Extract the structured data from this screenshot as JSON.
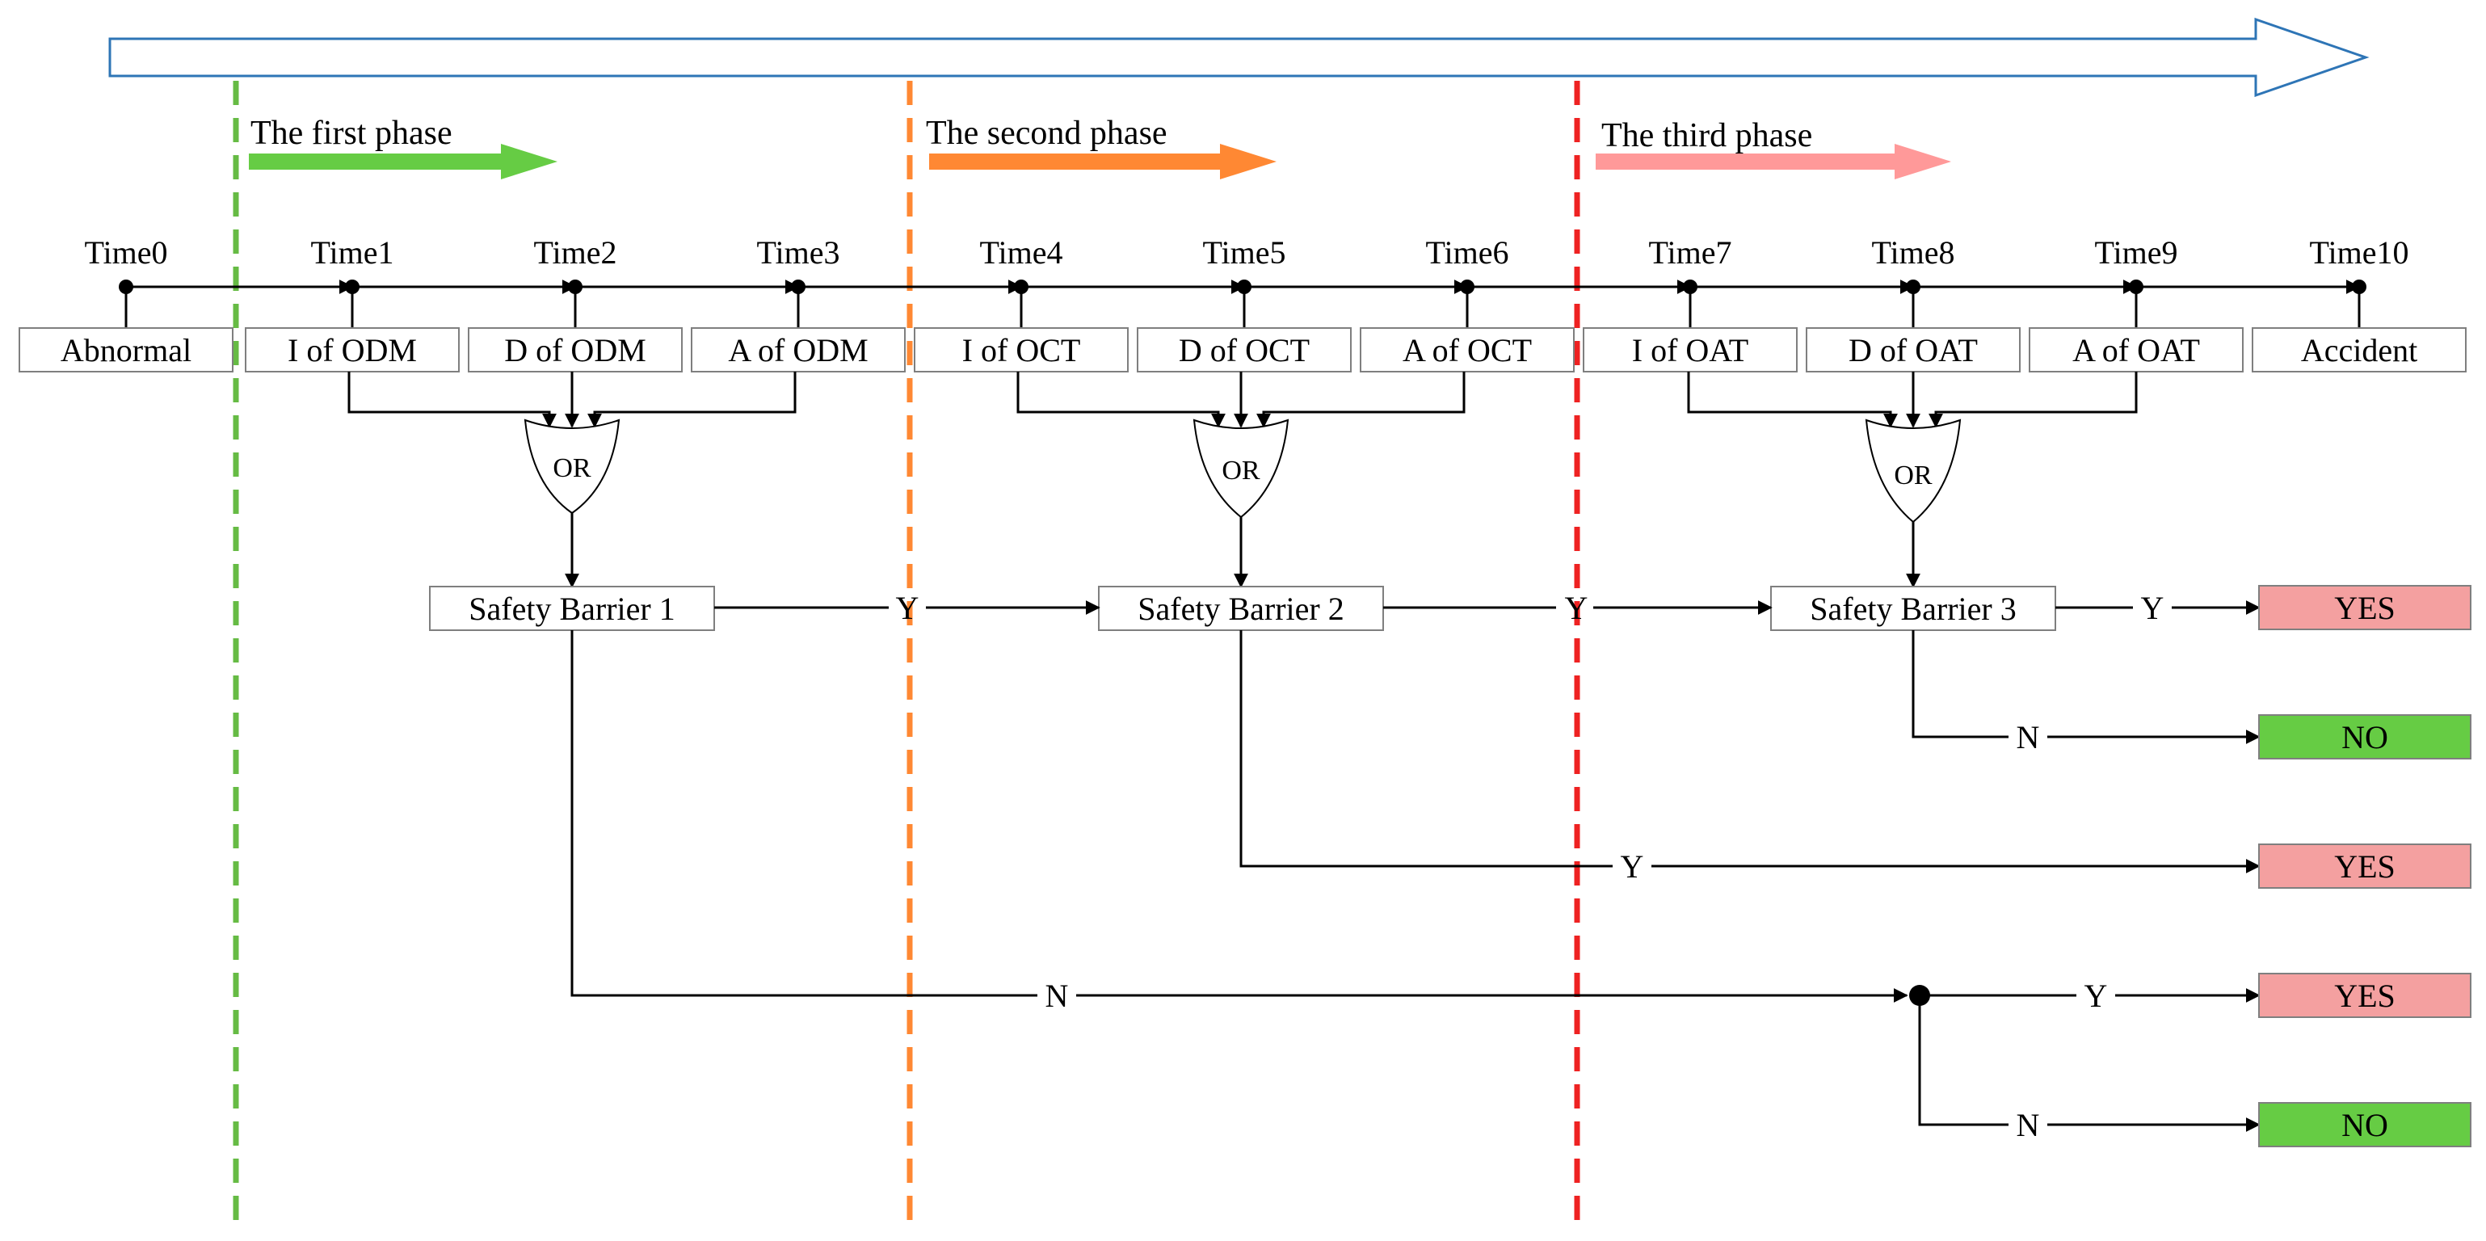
{
  "phases": [
    {
      "label": "The first phase",
      "color": "#66cc44"
    },
    {
      "label": "The second phase",
      "color": "#ff8833"
    },
    {
      "label": "The third phase",
      "color": "#ff9999"
    }
  ],
  "divider_colors": [
    "#66bb44",
    "#ff8833",
    "#ee2222"
  ],
  "times": [
    "Time0",
    "Time1",
    "Time2",
    "Time3",
    "Time4",
    "Time5",
    "Time6",
    "Time7",
    "Time8",
    "Time9",
    "Time10"
  ],
  "events": [
    "Abnormal",
    "I of ODM",
    "D of ODM",
    "A of ODM",
    "I of OCT",
    "D of OCT",
    "A of OCT",
    "I of OAT",
    "D of OAT",
    "A of OAT",
    "Accident"
  ],
  "gates": [
    "OR",
    "OR",
    "OR"
  ],
  "barriers": [
    "Safety Barrier 1",
    "Safety Barrier 2",
    "Safety Barrier 3"
  ],
  "branch_labels": {
    "y1": "Y",
    "y2": "Y",
    "y3": "Y",
    "n3": "N",
    "y_b2": "Y",
    "n_b1": "N",
    "y_final": "Y",
    "n_final": "N"
  },
  "results": [
    {
      "label": "YES",
      "color": "#f4a0a0"
    },
    {
      "label": "NO",
      "color": "#66cc44"
    },
    {
      "label": "YES",
      "color": "#f4a0a0"
    },
    {
      "label": "YES",
      "color": "#f4a0a0"
    },
    {
      "label": "NO",
      "color": "#66cc44"
    }
  ],
  "colors": {
    "timeline_arrow": "#2e75b6"
  }
}
